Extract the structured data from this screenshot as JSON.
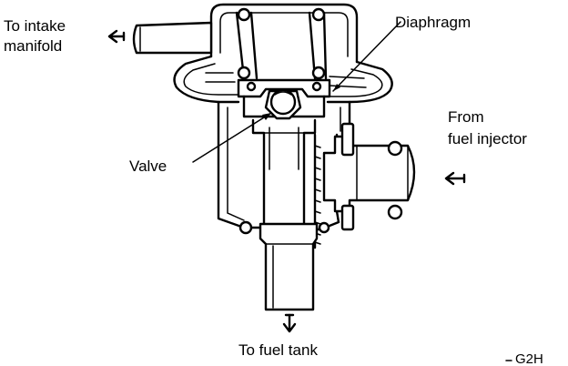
{
  "diagram": {
    "labels": {
      "to_intake_line1": "To intake",
      "to_intake_line2": "manifold",
      "diaphragm": "Diaphragm",
      "from_line1": "From",
      "from_line2": "fuel injector",
      "valve": "Valve",
      "to_fuel_tank": "To fuel tank",
      "figure_code": "G2H"
    }
  }
}
